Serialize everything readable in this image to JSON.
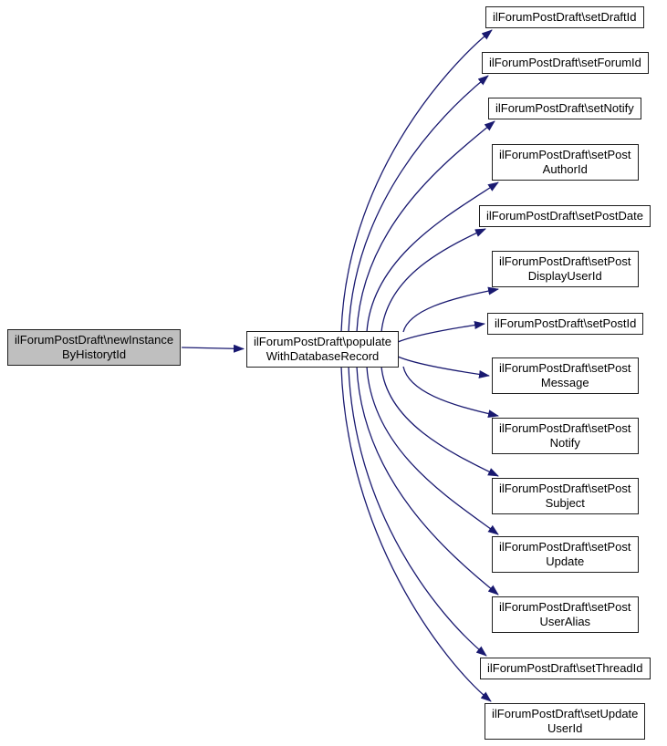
{
  "diagram": {
    "type": "doxygen-call-graph",
    "colors": {
      "edge": "#191970",
      "node_border": "#1f1f1f",
      "node_fill": "#ffffff",
      "focus_node_fill": "#bfbfbf",
      "text": "#000000",
      "background": "#ffffff"
    },
    "left_node": {
      "id": "newInstanceByHistorytId",
      "label": "ilForumPostDraft\\newInstance\nByHistorytId"
    },
    "middle_node": {
      "id": "populateWithDatabaseRecord",
      "label": "ilForumPostDraft\\populate\nWithDatabaseRecord"
    },
    "right_nodes": [
      {
        "id": "setDraftId",
        "label": "ilForumPostDraft\\setDraftId"
      },
      {
        "id": "setForumId",
        "label": "ilForumPostDraft\\setForumId"
      },
      {
        "id": "setNotify",
        "label": "ilForumPostDraft\\setNotify"
      },
      {
        "id": "setPostAuthorId",
        "label": "ilForumPostDraft\\setPost\nAuthorId"
      },
      {
        "id": "setPostDate",
        "label": "ilForumPostDraft\\setPostDate"
      },
      {
        "id": "setPostDisplayUserId",
        "label": "ilForumPostDraft\\setPost\nDisplayUserId"
      },
      {
        "id": "setPostId",
        "label": "ilForumPostDraft\\setPostId"
      },
      {
        "id": "setPostMessage",
        "label": "ilForumPostDraft\\setPost\nMessage"
      },
      {
        "id": "setPostNotify",
        "label": "ilForumPostDraft\\setPost\nNotify"
      },
      {
        "id": "setPostSubject",
        "label": "ilForumPostDraft\\setPost\nSubject"
      },
      {
        "id": "setPostUpdate",
        "label": "ilForumPostDraft\\setPost\nUpdate"
      },
      {
        "id": "setPostUserAlias",
        "label": "ilForumPostDraft\\setPost\nUserAlias"
      },
      {
        "id": "setThreadId",
        "label": "ilForumPostDraft\\setThreadId"
      },
      {
        "id": "setUpdateUserId",
        "label": "ilForumPostDraft\\setUpdate\nUserId"
      }
    ]
  }
}
